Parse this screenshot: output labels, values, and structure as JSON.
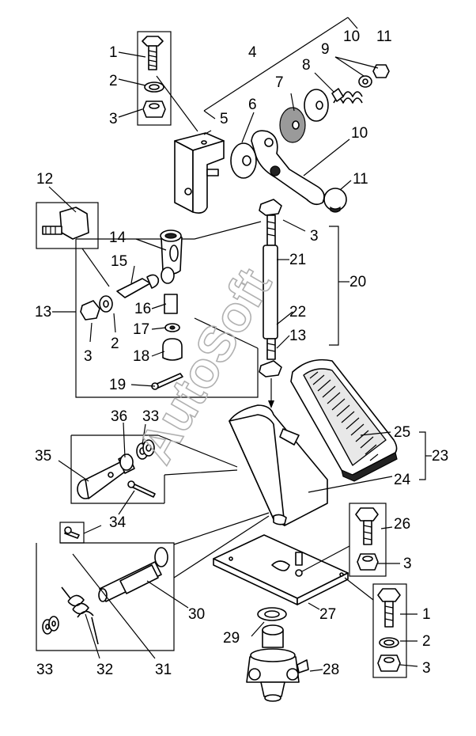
{
  "watermark": "AutoSoft",
  "labels": [
    {
      "id": "l1a",
      "text": "1"
    },
    {
      "id": "l2a",
      "text": "2"
    },
    {
      "id": "l3a",
      "text": "3"
    },
    {
      "id": "l4",
      "text": "4"
    },
    {
      "id": "l5",
      "text": "5"
    },
    {
      "id": "l6",
      "text": "6"
    },
    {
      "id": "l7",
      "text": "7"
    },
    {
      "id": "l8",
      "text": "8"
    },
    {
      "id": "l9",
      "text": "9"
    },
    {
      "id": "l10a",
      "text": "10"
    },
    {
      "id": "l11a",
      "text": "11"
    },
    {
      "id": "l10b",
      "text": "10"
    },
    {
      "id": "l11b",
      "text": "11"
    },
    {
      "id": "l12",
      "text": "12"
    },
    {
      "id": "l13a",
      "text": "13"
    },
    {
      "id": "l14",
      "text": "14"
    },
    {
      "id": "l15",
      "text": "15"
    },
    {
      "id": "l16",
      "text": "16"
    },
    {
      "id": "l17",
      "text": "17"
    },
    {
      "id": "l18",
      "text": "18"
    },
    {
      "id": "l19",
      "text": "19"
    },
    {
      "id": "l3b",
      "text": "3"
    },
    {
      "id": "l2b",
      "text": "2"
    },
    {
      "id": "l3c",
      "text": "3"
    },
    {
      "id": "l21",
      "text": "21"
    },
    {
      "id": "l20",
      "text": "20"
    },
    {
      "id": "l22",
      "text": "22"
    },
    {
      "id": "l13b",
      "text": "13"
    },
    {
      "id": "l36",
      "text": "36"
    },
    {
      "id": "l33a",
      "text": "33"
    },
    {
      "id": "l35",
      "text": "35"
    },
    {
      "id": "l34",
      "text": "34"
    },
    {
      "id": "l25",
      "text": "25"
    },
    {
      "id": "l23",
      "text": "23"
    },
    {
      "id": "l24",
      "text": "24"
    },
    {
      "id": "l26",
      "text": "26"
    },
    {
      "id": "l3d",
      "text": "3"
    },
    {
      "id": "l27",
      "text": "27"
    },
    {
      "id": "l30",
      "text": "30"
    },
    {
      "id": "l29",
      "text": "29"
    },
    {
      "id": "l1b",
      "text": "1"
    },
    {
      "id": "l2c",
      "text": "2"
    },
    {
      "id": "l3e",
      "text": "3"
    },
    {
      "id": "l28",
      "text": "28"
    },
    {
      "id": "l33b",
      "text": "33"
    },
    {
      "id": "l32",
      "text": "32"
    },
    {
      "id": "l31",
      "text": "31"
    }
  ]
}
